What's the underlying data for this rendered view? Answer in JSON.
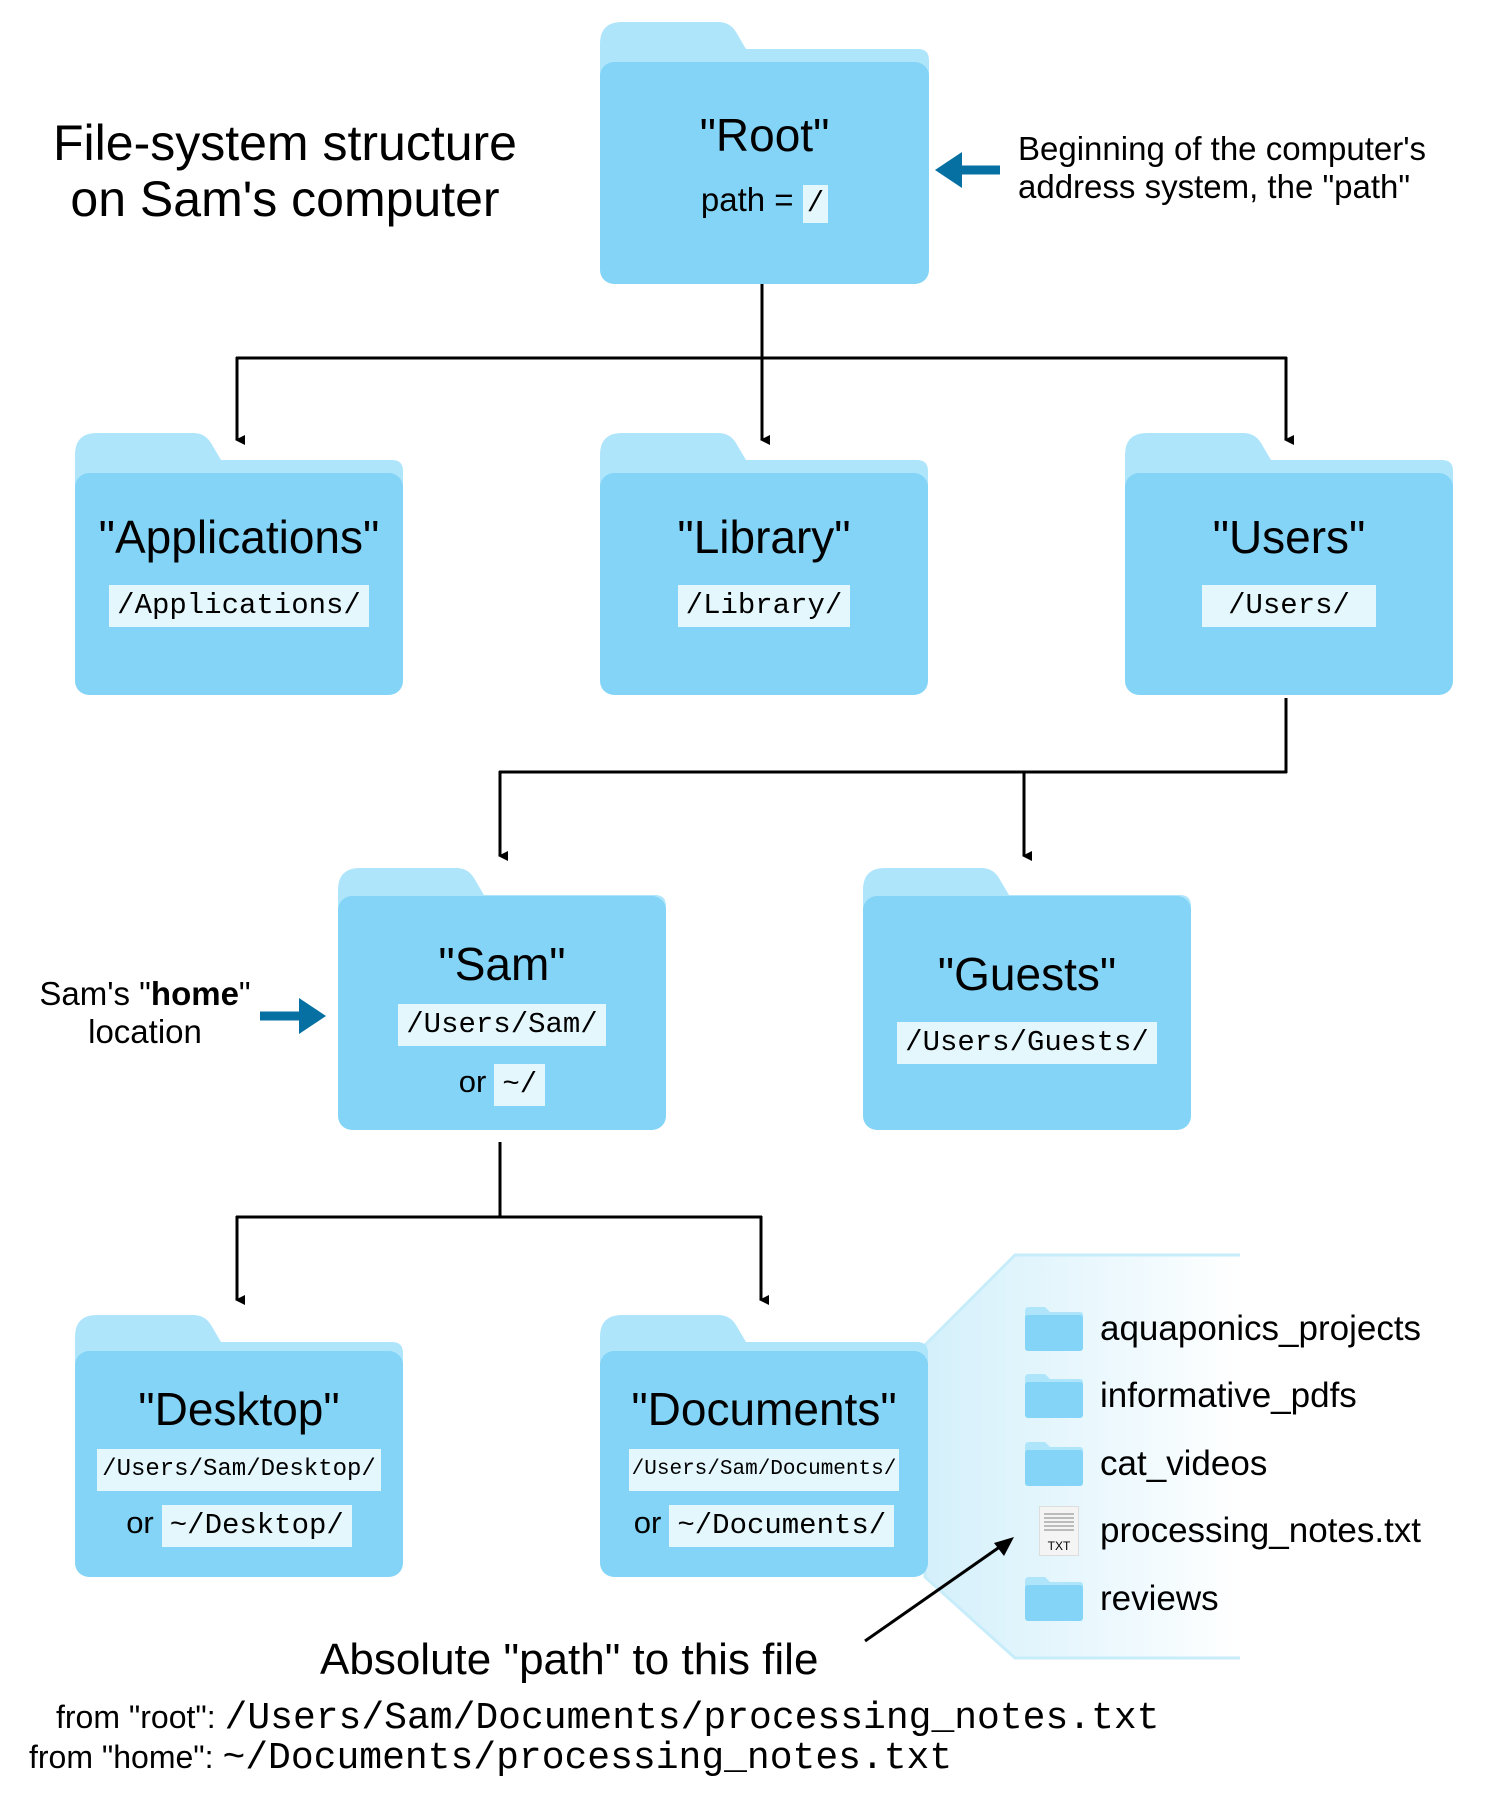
{
  "title_line1": "File-system structure",
  "title_line2": "on Sam's computer",
  "root_note_line1": "Beginning of the computer's",
  "root_note_line2": "address system, the \"path\"",
  "home_note_prefix": "Sam's \"",
  "home_note_bold": "home",
  "home_note_suffix": "\"",
  "home_note_line2": "location",
  "folders": {
    "root": {
      "name": "\"Root\"",
      "path_label": "path = ",
      "path": "/"
    },
    "applications": {
      "name": "\"Applications\"",
      "path": "/Applications/"
    },
    "library": {
      "name": "\"Library\"",
      "path": "/Library/"
    },
    "users": {
      "name": "\"Users\"",
      "path": "/Users/"
    },
    "sam": {
      "name": "\"Sam\"",
      "path": "/Users/Sam/",
      "or": "or",
      "alt_path": "~/"
    },
    "guests": {
      "name": "\"Guests\"",
      "path": "/Users/Guests/"
    },
    "desktop": {
      "name": "\"Desktop\"",
      "path": "/Users/Sam/Desktop/",
      "or": "or",
      "alt_path": "~/Desktop/"
    },
    "documents": {
      "name": "\"Documents\"",
      "path": "/Users/Sam/Documents/",
      "or": "or",
      "alt_path": "~/Documents/"
    }
  },
  "documents_contents": [
    {
      "name": "aquaponics_projects",
      "icon": "folder-icon"
    },
    {
      "name": "informative_pdfs",
      "icon": "folder-icon"
    },
    {
      "name": "cat_videos",
      "icon": "folder-icon"
    },
    {
      "name": "processing_notes.txt",
      "icon": "txt-file-icon",
      "badge": "TXT"
    },
    {
      "name": "reviews",
      "icon": "folder-icon"
    }
  ],
  "absolute_path_heading": "Absolute \"path\" to this file",
  "from_root_label": "from \"root\": ",
  "from_root_path": "/Users/Sam/Documents/processing_notes.txt",
  "from_home_label": "from \"home\": ",
  "from_home_path": "~/Documents/processing_notes.txt",
  "colors": {
    "folder_body": "#83d4f6",
    "folder_tab": "#afe5fb",
    "arrow_blue": "#0670a3",
    "path_bg": "#e4f7fd"
  }
}
